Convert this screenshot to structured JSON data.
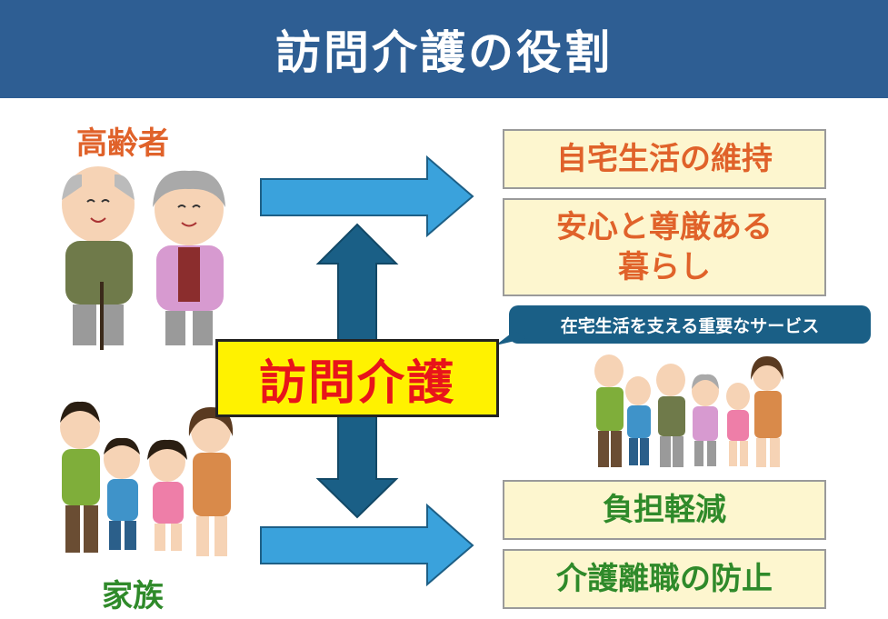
{
  "title": "訪問介護の役割",
  "left": {
    "elderly_label": "高齢者",
    "family_label": "家族"
  },
  "center_label": "訪問介護",
  "callout": "在宅生活を支える重要なサービス",
  "boxes_top": [
    {
      "text": "自宅生活の維持"
    },
    {
      "text": "安心と尊厳ある\n暮らし"
    }
  ],
  "boxes_bottom": [
    {
      "text": "負担軽減"
    },
    {
      "text": "介護離職の防止"
    }
  ],
  "colors": {
    "banner": "#2e5e93",
    "arrow_light": "#3aa2dc",
    "arrow_dark": "#1a5f86",
    "orange_text": "#e0622a",
    "green_text": "#2f8a2a",
    "box_fill": "#fdf6cf",
    "center_fill": "#fff200",
    "center_text": "#e8141a"
  }
}
